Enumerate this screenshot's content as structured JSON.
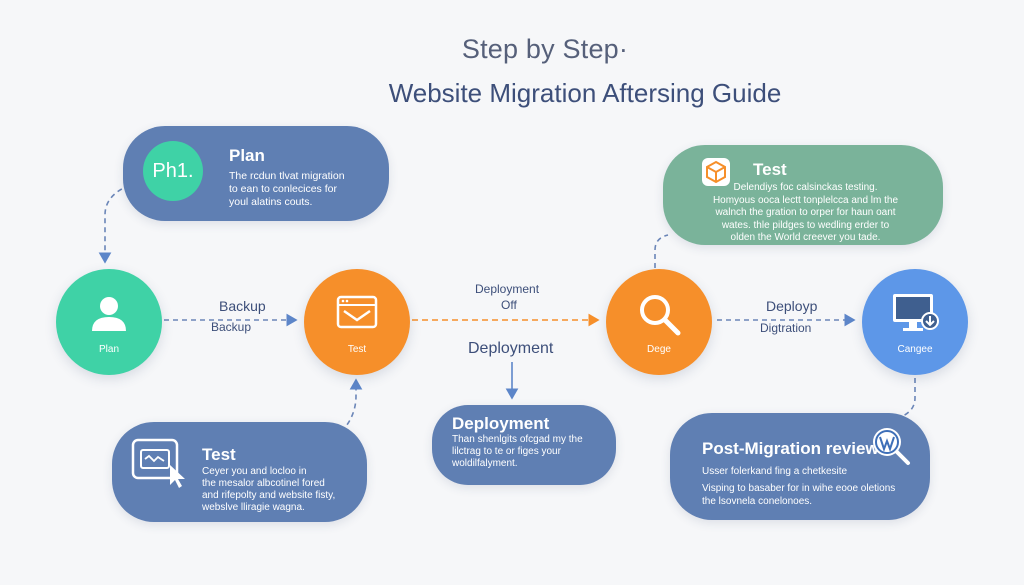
{
  "header": {
    "title_top": "Step by Step·",
    "title_main": "Website Migration Aftersing Guide"
  },
  "plan_card": {
    "badge": "Ph1.",
    "heading": "Plan",
    "lines": [
      "The rcdun tlvat migration",
      "to ean to conlecices for",
      "youl alatins couts."
    ]
  },
  "test_top_card": {
    "heading": "Test",
    "lines": [
      "Delendiys foc calsinckas testing.",
      "Homyous ooca lectt tonplelcca and lm the",
      "walnch the gration to orper for haun oant",
      "wates. thle pildges to wedling erder to",
      "olden the World creever you tade."
    ]
  },
  "test_bottom_card": {
    "heading": "Test",
    "lines": [
      "Ceyer you and locloo in",
      "the mesalor albcotinel fored",
      "and rifepolty and website fisty,",
      "webslve lliragie wagna."
    ]
  },
  "deploy_card": {
    "heading": "Deployment",
    "lines": [
      "Than shenlgits ofcgad my the",
      "lilctrag to te or figes your",
      "woldilfalyment."
    ]
  },
  "post_card": {
    "heading": "Post-Migration review",
    "lines": [
      "Usser folerkand fing a chetkesite",
      "Visping to basaber for in wihe eooe oletions",
      "the lsovnela conelonoes."
    ]
  },
  "nodes": {
    "plan": "Plan",
    "test": "Test",
    "dege": "Dege",
    "cange": "Cangee"
  },
  "flow_labels": {
    "backup_1": "Backup",
    "backup_2": "Backup",
    "deployment_off_1": "Deployment",
    "deployment_off_2": "Off",
    "deployment_mid": "Deployment",
    "deployp": "Deployp",
    "digtration": "Digtration"
  },
  "colors": {
    "teal": "#3fd2a6",
    "orange": "#f68f2a",
    "blue_slate": "#5f7fb3",
    "green_sage": "#7ab39a",
    "sky_blue": "#5d97e8"
  },
  "icons": {
    "plan_node": "user-icon",
    "test_node": "envelope-icon",
    "dege_node": "magnifier-icon",
    "cange_node": "monitor-download-icon",
    "test_top": "box-icon",
    "test_bottom": "cursor-window-icon",
    "post_review": "wordpress-search-icon"
  }
}
